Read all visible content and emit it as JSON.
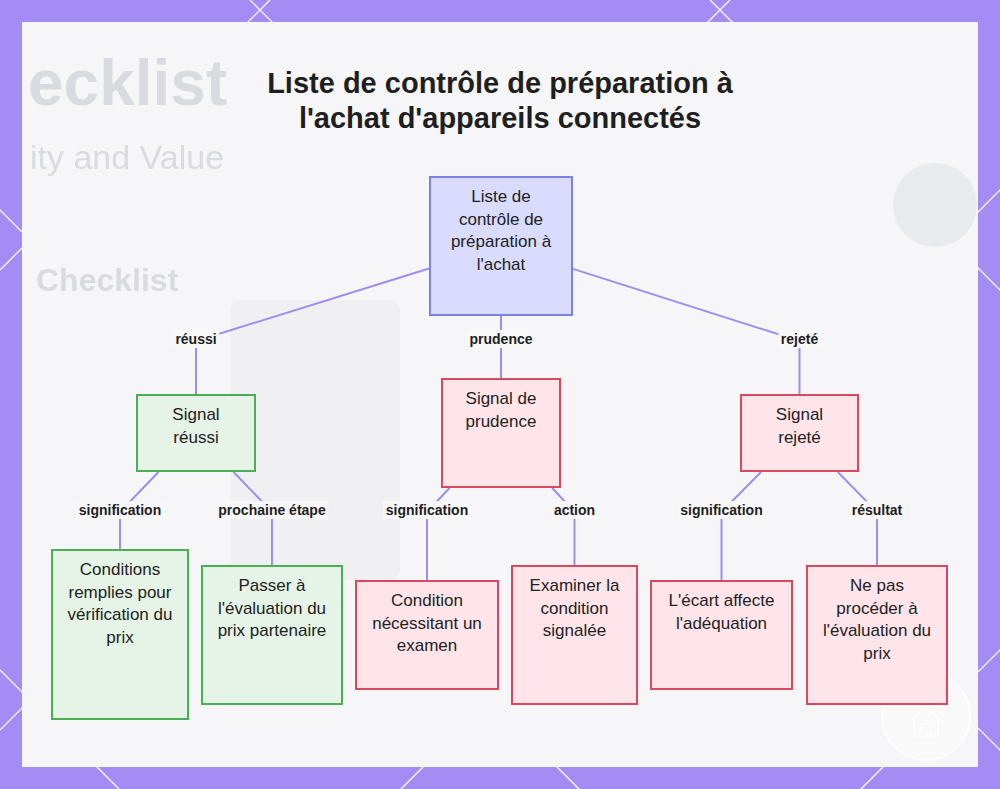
{
  "diagram": {
    "title": "Liste de contrôle de préparation à l'achat d'appareils connectés",
    "nodes": [
      {
        "text": [
          "Liste de contrôle de préparation à l'achat"
        ]
      },
      {
        "text": [
          "Signal réussi"
        ]
      },
      {
        "text": [
          "Signal de prudence"
        ]
      },
      {
        "text": [
          "Signal rejeté"
        ]
      },
      {
        "text": [
          "Conditions remplies pour vérification du prix"
        ]
      },
      {
        "text": [
          "Passer à l'évaluation du prix partenaire"
        ]
      },
      {
        "text": [
          "Condition nécessitant un examen"
        ]
      },
      {
        "text": [
          "Examiner la condition signalée"
        ]
      },
      {
        "text": [
          "L'écart affecte l'adéquation"
        ]
      },
      {
        "text": [
          "Ne pas procéder à l'évaluation du prix"
        ]
      }
    ],
    "edges": [
      {
        "from": 0,
        "to": 1,
        "label": "réussi",
        "arrow": "none"
      },
      {
        "from": 0,
        "to": 2,
        "label": "prudence",
        "arrow": "none"
      },
      {
        "from": 0,
        "to": 3,
        "label": "rejeté",
        "arrow": "none"
      },
      {
        "from": 1,
        "to": 4,
        "label": "signification",
        "arrow": "none"
      },
      {
        "from": 1,
        "to": 5,
        "label": "prochaine étape",
        "arrow": "none"
      },
      {
        "from": 2,
        "to": 6,
        "label": "signification",
        "arrow": "none"
      },
      {
        "from": 2,
        "to": 7,
        "label": "action",
        "arrow": "none"
      },
      {
        "from": 3,
        "to": 8,
        "label": "signification",
        "arrow": "none"
      },
      {
        "from": 3,
        "to": 9,
        "label": "résultat",
        "arrow": "none"
      }
    ],
    "labels": [
      "ecklist",
      "ity and Value",
      "Checklist"
    ]
  }
}
